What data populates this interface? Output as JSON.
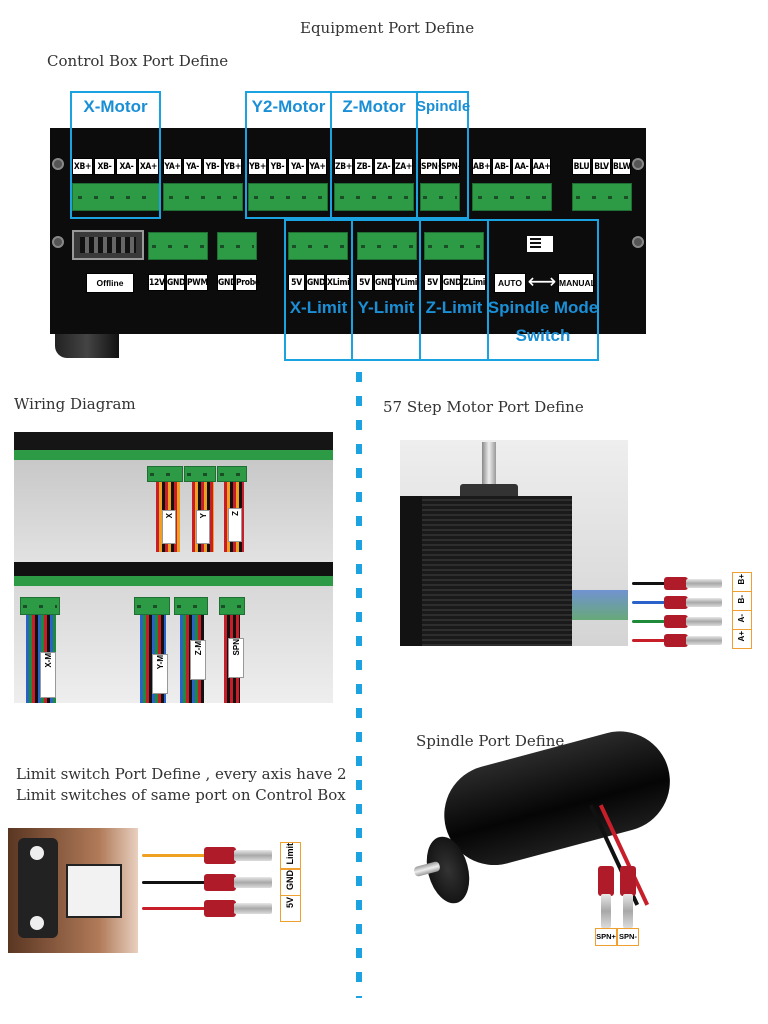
{
  "headings": {
    "equipment": "Equipment Port Define",
    "control_box": "Control Box  Port Define",
    "wiring": "Wiring Diagram",
    "step_motor": "57 Step Motor Port Define",
    "limit_switch_line1": "Limit switch Port Define ,   every axis have 2",
    "limit_switch_line2": "Limit switches of same port on Control Box",
    "spindle": "Spindle Port Define"
  },
  "control_box": {
    "top_port_labels": [
      "XB+",
      "XB-",
      "XA-",
      "XA+",
      "YA+",
      "YA-",
      "YB-",
      "YB+",
      "YB+",
      "YB-",
      "YA-",
      "YA+",
      "ZB+",
      "ZB-",
      "ZA-",
      "ZA+",
      "SPN+",
      "SPN-",
      "AB+",
      "AB-",
      "AA-",
      "AA+",
      "BLU",
      "BLV",
      "BLW"
    ],
    "bottom_labels": {
      "offline": "Offline",
      "power": [
        "12V",
        "GND",
        "PWM"
      ],
      "probe": [
        "GND",
        "Probe"
      ],
      "xlimit": [
        "5V",
        "GND",
        "XLimit"
      ],
      "ylimit": [
        "5V",
        "GND",
        "YLimit"
      ],
      "zlimit": [
        "5V",
        "GND",
        "ZLimit"
      ],
      "auto": "AUTO",
      "arrow": "⟷",
      "manual": "MANUAL"
    },
    "callouts": {
      "x_motor": "X-Motor",
      "y2_motor": "Y2-Motor",
      "z_motor": "Z-Motor",
      "spindle": "Spindle",
      "x_limit": "X-Limit",
      "y_limit": "Y-Limit",
      "z_limit": "Z-Limit",
      "spindle_mode_1": "Spindle Mode",
      "spindle_mode_2": "Switch"
    },
    "accent_color": "#1aa3e0"
  },
  "wiring_photo": {
    "top_tags": [
      "X",
      "Y",
      "Z"
    ],
    "bottom_tags": [
      "X-M",
      "Y-M",
      "Z-M",
      "SPN"
    ]
  },
  "step_motor": {
    "wire_labels": [
      "B+",
      "B-",
      "A-",
      "A+"
    ],
    "wire_colors": [
      "#111111",
      "#2a62c9",
      "#1e8a3a",
      "#c81e2a"
    ]
  },
  "limit_switch": {
    "wire_labels": [
      "Limit",
      "GND",
      "5V"
    ],
    "wire_colors": [
      "#f0a020",
      "#111111",
      "#c81e2a"
    ]
  },
  "spindle": {
    "wire_labels": [
      "SPN+",
      "SPN-"
    ]
  },
  "divider_color": "#1aa3e0"
}
